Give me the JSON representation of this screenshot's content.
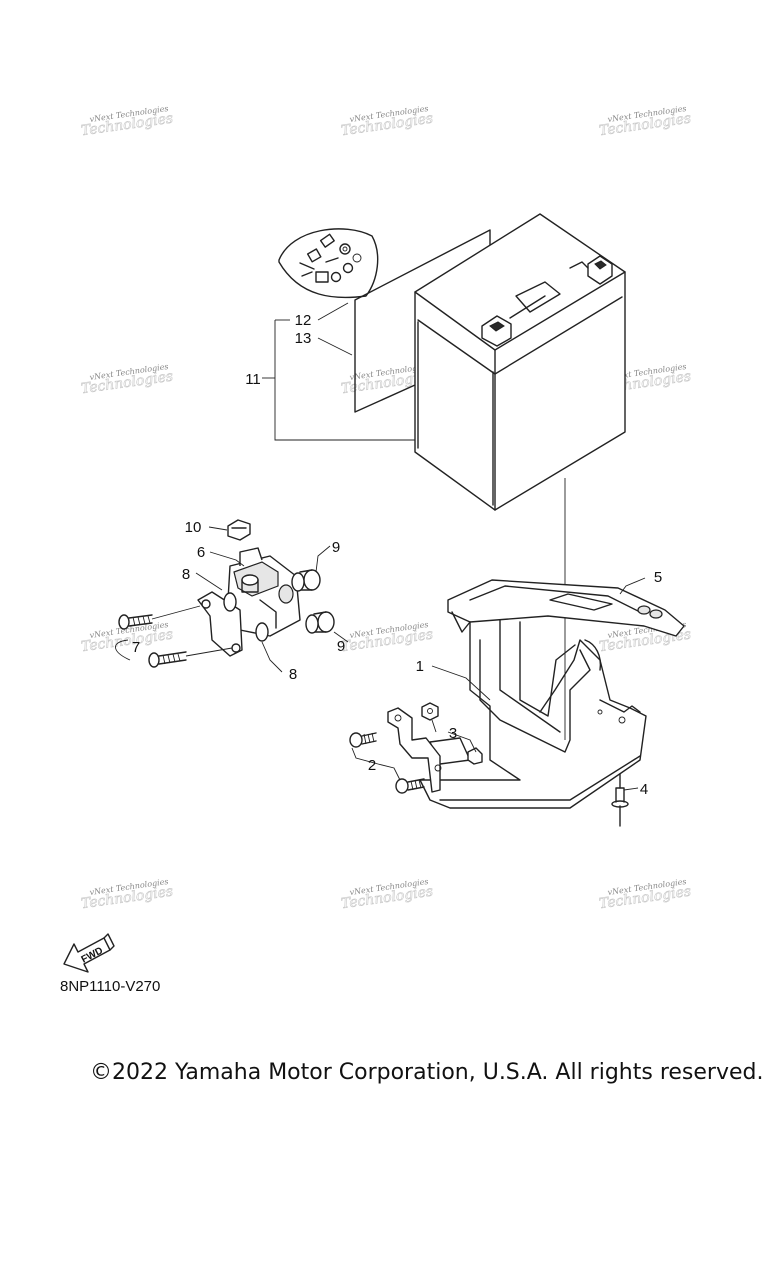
{
  "watermark": {
    "line1": "vNext Technologies",
    "line2": "Technologies"
  },
  "callouts": {
    "c1": "1",
    "c2": "2",
    "c3": "3",
    "c4": "4",
    "c5": "5",
    "c6": "6",
    "c7": "7",
    "c8a": "8",
    "c8b": "8",
    "c9a": "9",
    "c9b": "9",
    "c10": "10",
    "c11": "11",
    "c12": "12",
    "c13": "13"
  },
  "fwd_label": "FWD",
  "reference_code": "8NP1110-V270",
  "copyright": "©2022 Yamaha Motor Corporation, U.S.A. All rights reserved."
}
